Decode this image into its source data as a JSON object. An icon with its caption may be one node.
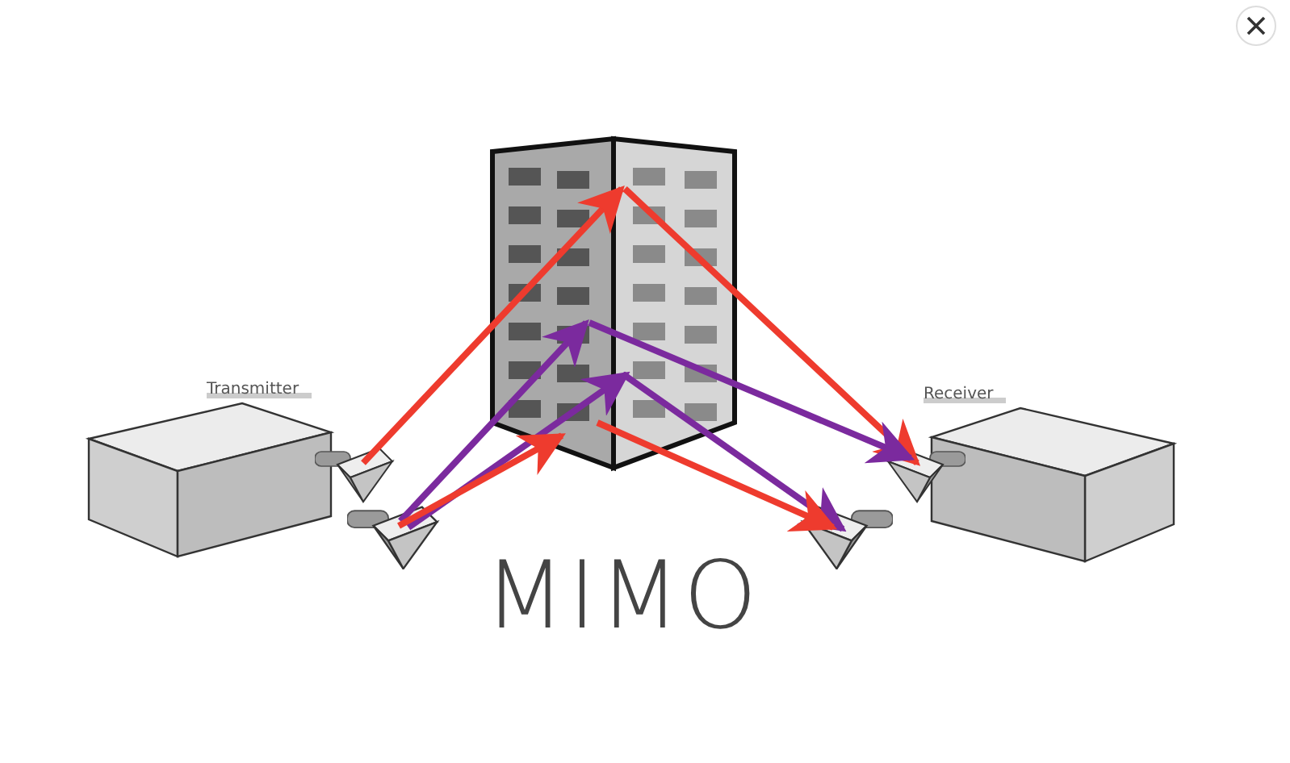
{
  "diagram": {
    "nodes": [
      {
        "text": [
          "Transmitter"
        ]
      },
      {
        "text": [],
        "shape": "pyramid"
      },
      {
        "text": [],
        "shape": "pyramid"
      },
      {
        "text": [],
        "shape": "picture"
      },
      {
        "text": [
          "Receiver"
        ]
      },
      {
        "text": [],
        "shape": "pyramid"
      },
      {
        "text": [],
        "shape": "pyramid"
      }
    ],
    "edges": [
      {
        "from": 1,
        "to": 3,
        "arrow": "to"
      },
      {
        "from": 3,
        "to": 5,
        "arrow": "to"
      },
      {
        "from": 2,
        "to": 3,
        "arrow": "to",
        "color": "#7b2a9e"
      },
      {
        "from": 3,
        "to": 5,
        "arrow": "to",
        "color": "#7b2a9e"
      },
      {
        "from": 2,
        "to": 3,
        "arrow": "to",
        "color": "#7b2a9e"
      },
      {
        "from": 3,
        "to": 6,
        "arrow": "to",
        "color": "#7b2a9e"
      },
      {
        "from": 2,
        "to": 3,
        "arrow": "to"
      },
      {
        "from": 3,
        "to": 6,
        "arrow": "to"
      }
    ],
    "labels": [
      "MIMO"
    ]
  }
}
